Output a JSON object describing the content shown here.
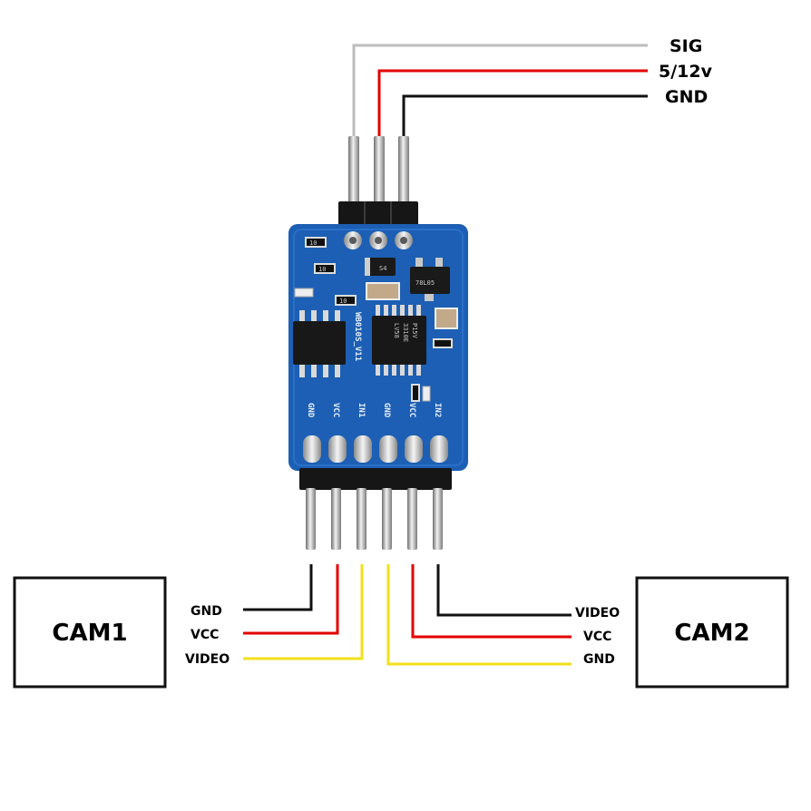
{
  "top_connector": {
    "labels": [
      "SIG",
      "5/12v",
      "GND"
    ],
    "colors": [
      "#bdbdbd",
      "#e30000",
      "#111111"
    ]
  },
  "board": {
    "model_text": "WB010S_V11",
    "pin_labels": [
      "GND",
      "VCC",
      "IN1",
      "GND",
      "VCC",
      "IN2"
    ],
    "chip_text": [
      "P15V",
      "3310E",
      "LV58"
    ],
    "small_text": [
      "S4",
      "78L05",
      "10",
      "10",
      "10"
    ],
    "pcb_color": "#1c5fb4"
  },
  "cam1": {
    "title": "CAM1",
    "wires": [
      {
        "label": "GND",
        "color": "#111111"
      },
      {
        "label": "VCC",
        "color": "#e30000"
      },
      {
        "label": "VIDEO",
        "color": "#f2e01a"
      }
    ]
  },
  "cam2": {
    "title": "CAM2",
    "wires": [
      {
        "label": "VIDEO",
        "color": "#111111"
      },
      {
        "label": "VCC",
        "color": "#e30000"
      },
      {
        "label": "GND",
        "color": "#f2e01a"
      }
    ]
  }
}
